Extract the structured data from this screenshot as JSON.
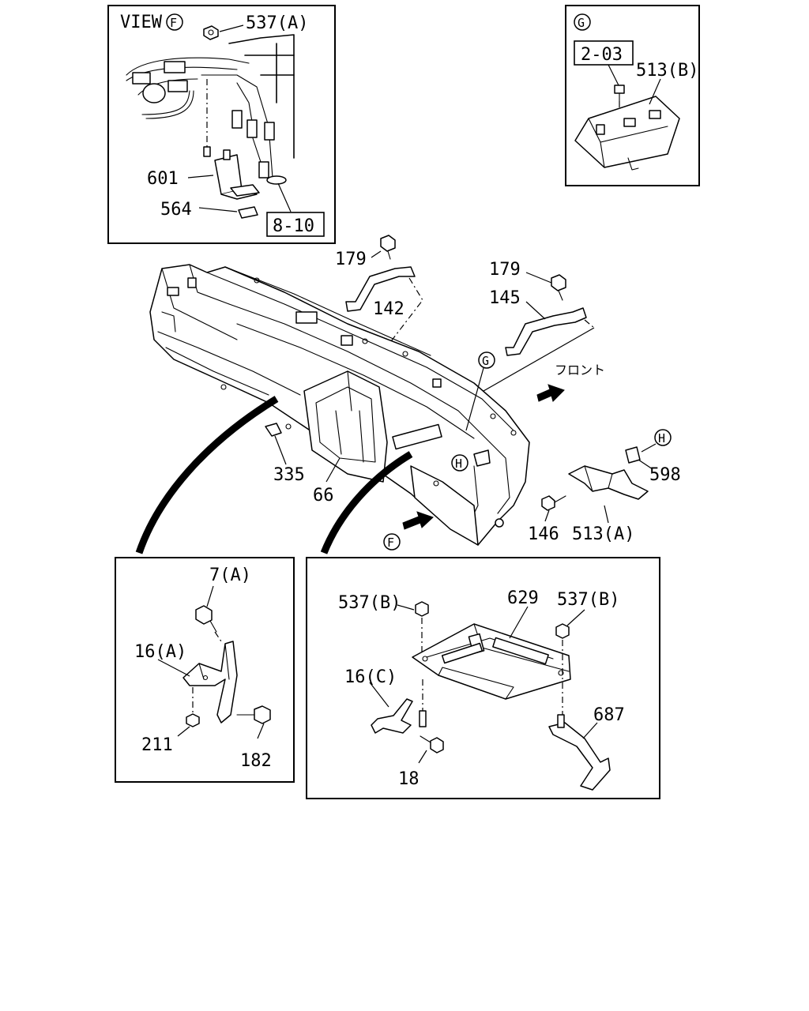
{
  "view_f": {
    "title": "VIEW",
    "view_letter": "F",
    "labels": {
      "p537a": "537(A)",
      "p601": "601",
      "p564": "564",
      "ref_8_10": "8-10"
    }
  },
  "view_g": {
    "letter": "G",
    "labels": {
      "ref_2_03": "2-03",
      "p513b": "513(B)"
    }
  },
  "main": {
    "labels": {
      "p179a": "179",
      "p142": "142",
      "p179b": "179",
      "p145": "145",
      "front_jp": "フロント",
      "p335": "335",
      "p66": "66",
      "p598": "598",
      "p146": "146",
      "p513a": "513(A)"
    },
    "callouts": {
      "g": "G",
      "h1": "H",
      "h2": "H",
      "f": "F"
    }
  },
  "detail_left": {
    "labels": {
      "p7a": "7(A)",
      "p16a": "16(A)",
      "p211": "211",
      "p182": "182"
    }
  },
  "detail_right": {
    "labels": {
      "p537b_l": "537(B)",
      "p629": "629",
      "p537b_r": "537(B)",
      "p16c": "16(C)",
      "p687": "687",
      "p18": "18"
    }
  }
}
